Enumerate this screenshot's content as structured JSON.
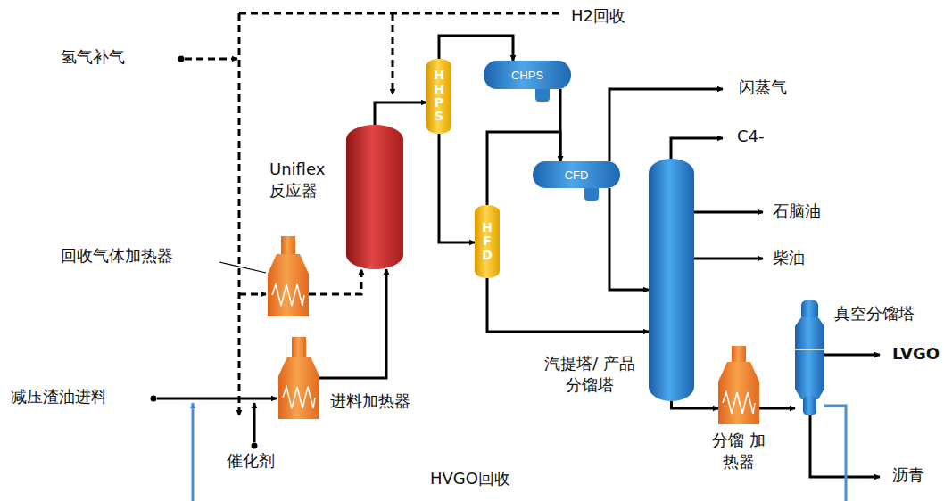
{
  "diagram": {
    "nodes": [
      {
        "text": [
          "Uniflex 反应器"
        ]
      },
      {
        "text": [
          "HHPS"
        ]
      },
      {
        "text": [
          "CHPS"
        ]
      },
      {
        "text": [
          "CFD"
        ]
      },
      {
        "text": [
          "HFD"
        ]
      },
      {
        "text": [
          "汽提塔/ 产品分馏塔"
        ]
      },
      {
        "text": [
          "真空分馏塔"
        ]
      },
      {
        "text": [
          "回收气体加热器"
        ]
      },
      {
        "text": [
          "进料加热器"
        ]
      },
      {
        "text": [
          "分馏 加热器"
        ]
      }
    ],
    "edges": [
      {
        "from": 0,
        "to": 1,
        "arrow": "to"
      },
      {
        "from": 1,
        "to": 2,
        "arrow": "to"
      },
      {
        "from": 1,
        "to": 4,
        "arrow": "to"
      },
      {
        "from": 2,
        "to": 3,
        "arrow": "to"
      },
      {
        "from": 4,
        "to": 3,
        "arrow": "to"
      },
      {
        "from": 4,
        "to": 5,
        "arrow": "to"
      },
      {
        "from": 3,
        "to": 5,
        "arrow": "to"
      },
      {
        "from": 7,
        "to": 0,
        "arrow": "to"
      },
      {
        "from": 8,
        "to": 0,
        "arrow": "to"
      },
      {
        "from": 5,
        "to": 9,
        "arrow": "to"
      },
      {
        "from": 9,
        "to": 6,
        "arrow": "to"
      }
    ],
    "labels": [
      "氢气补气",
      "H2回收",
      "闪蒸气",
      "C4-",
      "石脑油",
      "柴油",
      "LVGO",
      "沥青",
      "减压渣油进料",
      "催化剂",
      "HVGO回收"
    ]
  }
}
